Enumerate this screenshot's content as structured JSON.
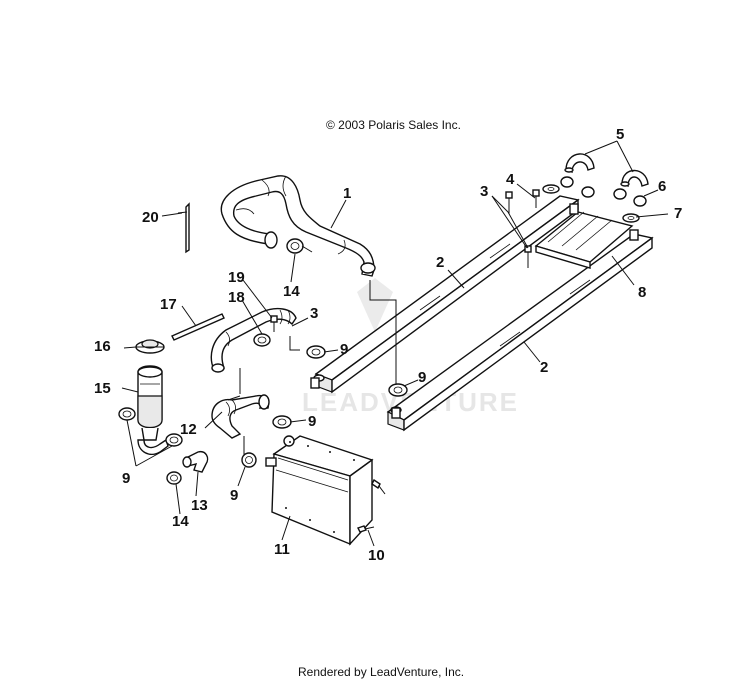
{
  "copyright": "© 2003 Polaris Sales Inc.",
  "footer": "Rendered by LeadVenture, Inc.",
  "watermark": "LEADVENTURE",
  "callouts": {
    "c1": "1",
    "c2a": "2",
    "c2b": "2",
    "c3a": "3",
    "c3b": "3",
    "c4": "4",
    "c5": "5",
    "c6": "6",
    "c7": "7",
    "c8": "8",
    "c9a": "9",
    "c9b": "9",
    "c9c": "9",
    "c9d": "9",
    "c9e": "9",
    "c10": "10",
    "c11": "11",
    "c12": "12",
    "c13": "13",
    "c14a": "14",
    "c14b": "14",
    "c15": "15",
    "c16": "16",
    "c17": "17",
    "c18": "18",
    "c19": "19",
    "c20": "20"
  }
}
